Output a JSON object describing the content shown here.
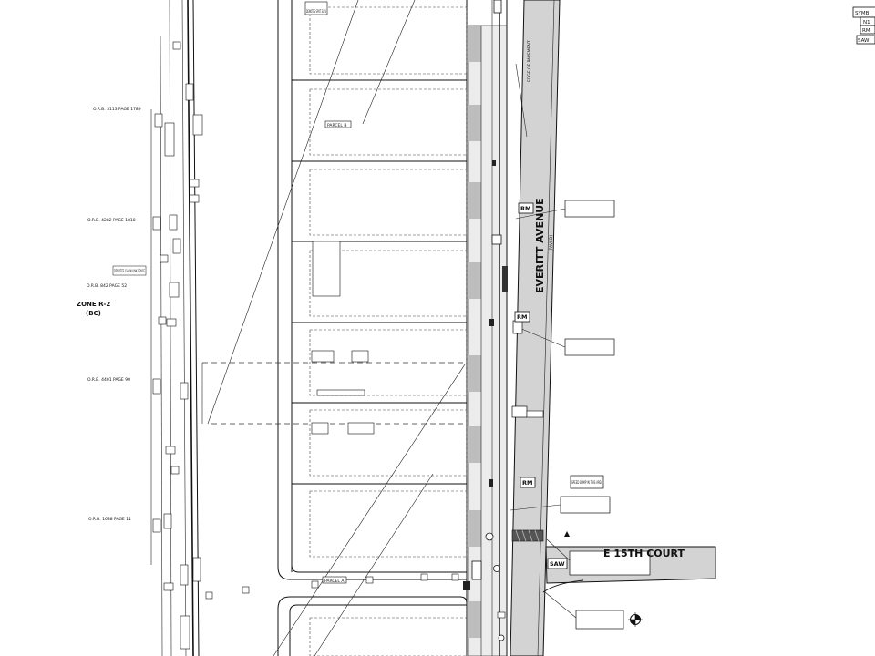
{
  "street_labels": {
    "everitt": "EVERITT AVENUE",
    "everitt_paved": "(PAVED)",
    "e15th": "E 15TH COURT",
    "zone": "ZONE R-2",
    "zone_sub": "(BC)"
  },
  "legend": {
    "symbols_title": "SYMB",
    "items": [
      "N1",
      "RM",
      "SAW"
    ]
  },
  "boxed_labels": {
    "rm_1": "RM",
    "rm_2": "RM",
    "rm_3": "RM",
    "saw": "SAW"
  },
  "parcel_labels": {
    "parcel_b": "PARCEL B",
    "parcel_a": "PARCEL A"
  },
  "record_labels": [
    "O.R.B. 3113 PAGE 1789",
    "O.R.B. 4282 PAGE 1818",
    "O.R.B. 842 PAGE 52",
    "O.R.B. 4401 PAGE 90",
    "O.R.B. 1688 PAGE 11"
  ],
  "fine_labels": {
    "denotes_spot_elev": "DENOTES SPOT ELEV",
    "denotes_link_fence": "DENOTES CHAIN LINK FENCE",
    "edge_of_pavement": "EDGE OF PAVEMENT",
    "speed_bump": "SPEED BUMP IN THIS AREA"
  }
}
